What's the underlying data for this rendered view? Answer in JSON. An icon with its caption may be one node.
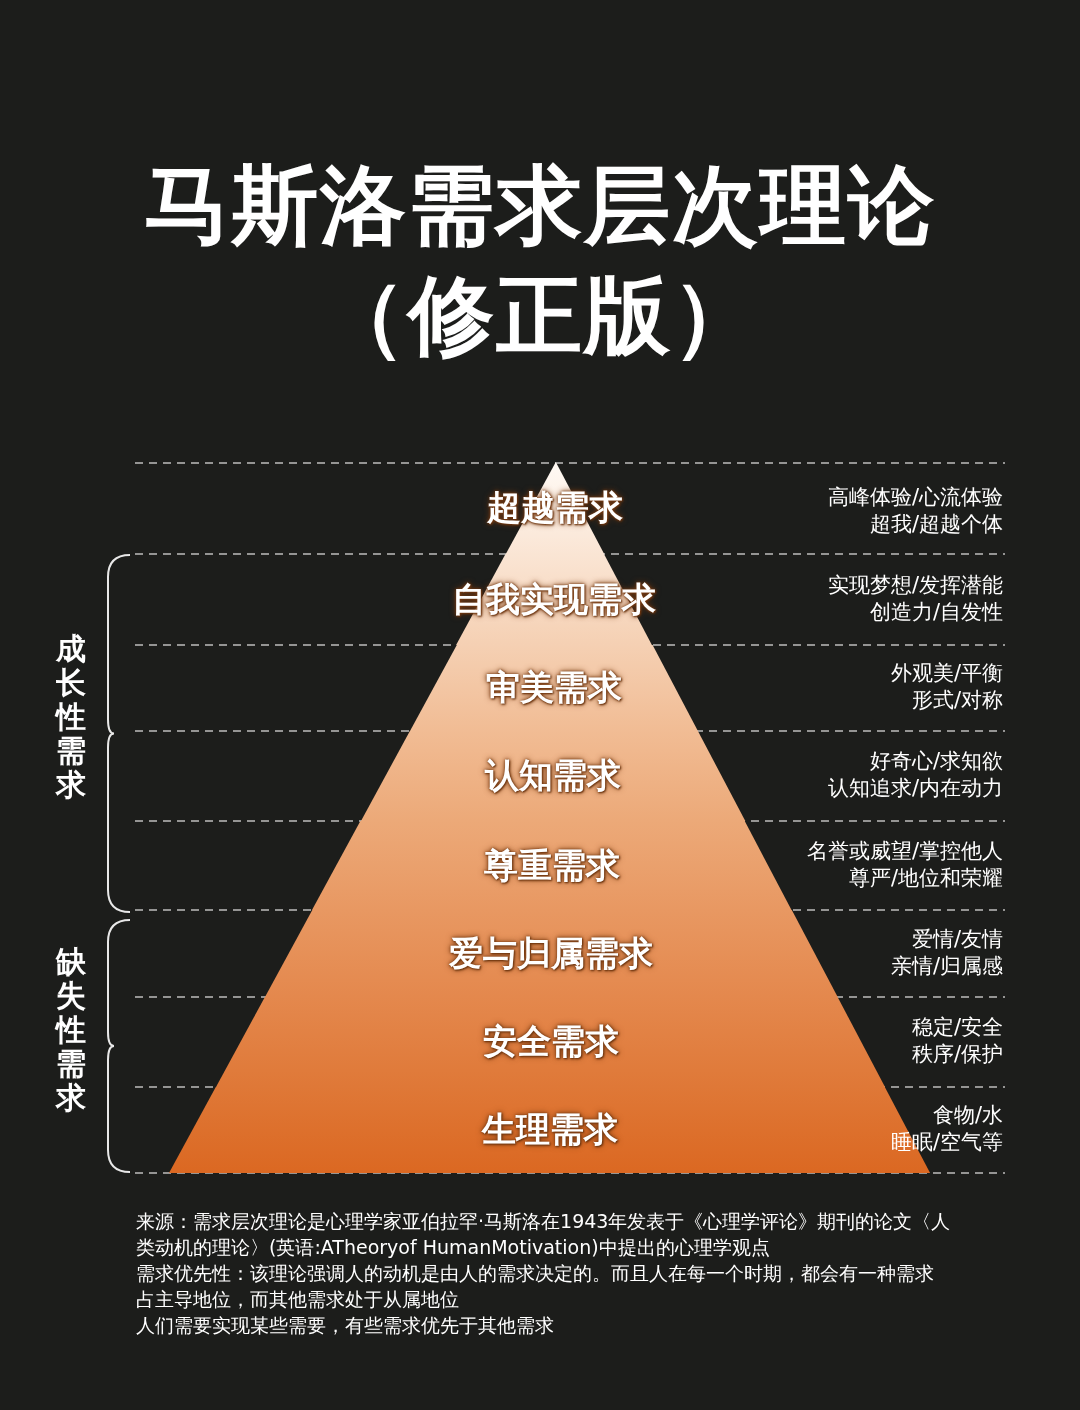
{
  "diagram": {
    "title": "马斯洛需求层次理论（修正版）",
    "nodes": [
      {
        "text": [
          "超越需求"
        ],
        "beside": [
          "高峰体验/心流体验",
          "超我/超越个体"
        ]
      },
      {
        "text": [
          "自我实现需求"
        ],
        "beside": [
          "实现梦想/发挥潜能",
          "创造力/自发性"
        ]
      },
      {
        "text": [
          "审美需求"
        ],
        "beside": [
          "外观美/平衡",
          "形式/对称"
        ]
      },
      {
        "text": [
          "认知需求"
        ],
        "beside": [
          "好奇心/求知欲",
          "认知追求/内在动力"
        ]
      },
      {
        "text": [
          "尊重需求"
        ],
        "beside": [
          "名誉或威望/掌控他人",
          "尊严/地位和荣耀"
        ]
      },
      {
        "text": [
          "爱与归属需求"
        ],
        "beside": [
          "爱情/友情",
          "亲情/归属感"
        ]
      },
      {
        "text": [
          "安全需求"
        ],
        "beside": [
          "稳定/安全",
          "秩序/保护"
        ]
      },
      {
        "text": [
          "生理需求"
        ],
        "beside": [
          "食物/水",
          "睡眠/空气等"
        ]
      }
    ],
    "labels": [
      "成长性需求",
      "缺失性需求",
      "来源：需求层次理论是心理学家亚伯拉罕·马斯洛在1943年发表于《心理学评论》期刊的论文〈人类动机的理论〉(英语:ATheoryof HumanMotivation)中提出的心理学观点",
      "需求优先性：该理论强调人的动机是由人的需求决定的。而且人在每一个时期，都会有一种需求占主导地位，而其他需求处于从属地位",
      "人们需要实现某些需要，有些需求优先于其他需求"
    ]
  }
}
